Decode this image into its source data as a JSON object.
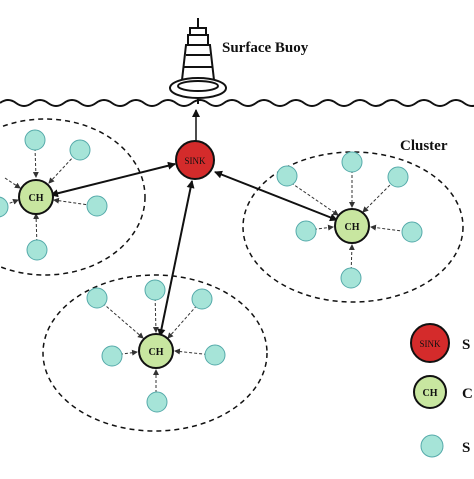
{
  "labels": {
    "surface_buoy": "Surface Buoy",
    "cluster": "Cluster",
    "sink": "SINK",
    "ch": "CH"
  },
  "legend": [
    {
      "node": "sink",
      "node_text": "SINK",
      "desc": "S"
    },
    {
      "node": "ch",
      "node_text": "CH",
      "desc": "C"
    },
    {
      "node": "sensor",
      "node_text": "",
      "desc": "S"
    }
  ],
  "colors": {
    "sink_fill": "#d42b2b",
    "ch_fill": "#c8e6a0",
    "sensor_fill": "#a6e4d8",
    "stroke": "#1a1a1a"
  },
  "icons": {
    "buoy": "surface-buoy-icon",
    "water": "wave-line"
  }
}
